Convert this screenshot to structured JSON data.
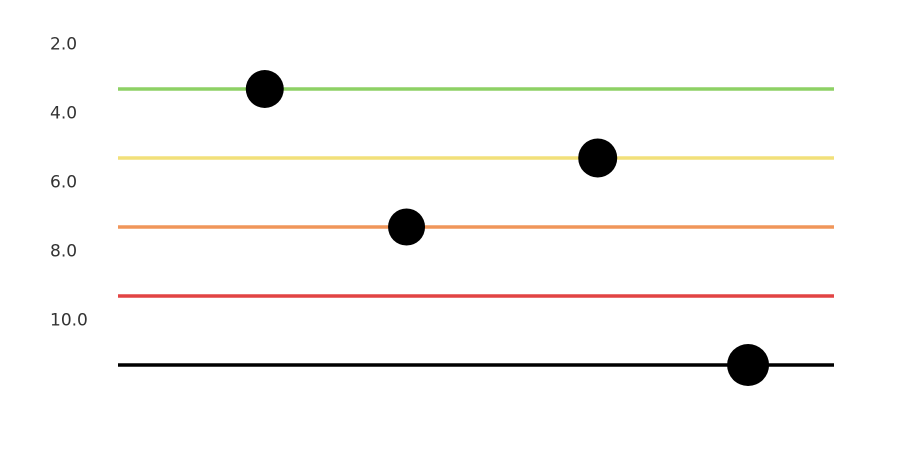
{
  "chart_data": {
    "type": "scatter",
    "title": "",
    "xlabel": "",
    "ylabel": "",
    "y_axis": {
      "inverted": true,
      "ylim": [
        1.0,
        11.0
      ],
      "ticks": [
        2.0,
        4.0,
        6.0,
        8.0,
        10.0
      ],
      "tick_labels": [
        "2.0",
        "4.0",
        "6.0",
        "8.0",
        "10.0"
      ]
    },
    "x_axis": {
      "visible": false,
      "xlim": [
        0,
        1
      ]
    },
    "grid": false,
    "reference_lines": [
      {
        "y": 3,
        "color": "#8dd165"
      },
      {
        "y": 5,
        "color": "#f2e07a"
      },
      {
        "y": 7,
        "color": "#f0965a"
      },
      {
        "y": 9,
        "color": "#e24444"
      },
      {
        "y": 11,
        "color": "#000000"
      }
    ],
    "points": [
      {
        "x": 0.205,
        "y": 3
      },
      {
        "x": 0.403,
        "y": 7
      },
      {
        "x": 0.67,
        "y": 5
      },
      {
        "x": 0.88,
        "y": 11
      }
    ],
    "point_color": "#000000"
  }
}
